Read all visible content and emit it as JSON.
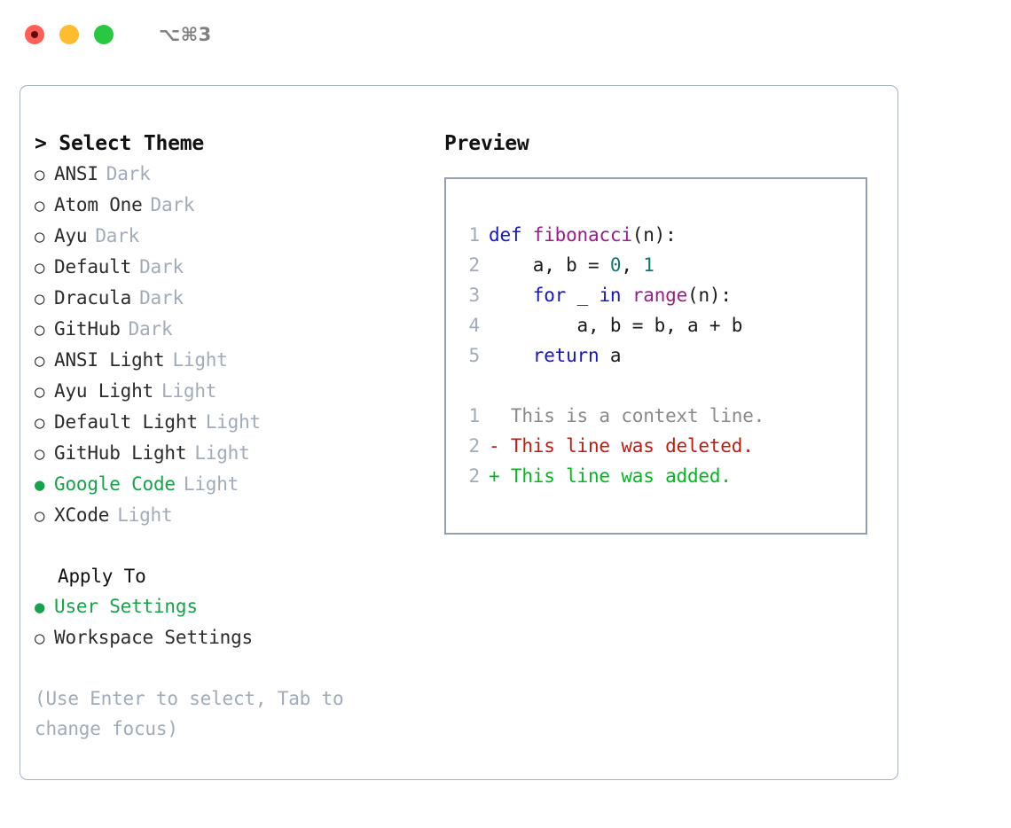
{
  "window": {
    "shortcut": "⌥⌘3",
    "traffic_lights": [
      {
        "name": "close",
        "color": "#ff5f57"
      },
      {
        "name": "minimize",
        "color": "#febc2e"
      },
      {
        "name": "maximize",
        "color": "#28c840"
      }
    ]
  },
  "theme_selector": {
    "heading": "> Select Theme",
    "bullet_unselected": "○",
    "bullet_selected": "●",
    "items": [
      {
        "name": "ANSI",
        "kind": "Dark",
        "selected": false
      },
      {
        "name": "Atom One",
        "kind": "Dark",
        "selected": false
      },
      {
        "name": "Ayu",
        "kind": "Dark",
        "selected": false
      },
      {
        "name": "Default",
        "kind": "Dark",
        "selected": false
      },
      {
        "name": "Dracula",
        "kind": "Dark",
        "selected": false
      },
      {
        "name": "GitHub",
        "kind": "Dark",
        "selected": false
      },
      {
        "name": "ANSI Light",
        "kind": "Light",
        "selected": false
      },
      {
        "name": "Ayu Light",
        "kind": "Light",
        "selected": false
      },
      {
        "name": "Default Light",
        "kind": "Light",
        "selected": false
      },
      {
        "name": "GitHub Light",
        "kind": "Light",
        "selected": false
      },
      {
        "name": "Google Code",
        "kind": "Light",
        "selected": true
      },
      {
        "name": "XCode",
        "kind": "Light",
        "selected": false
      }
    ]
  },
  "apply_to": {
    "label": "Apply To",
    "options": [
      {
        "name": "User Settings",
        "selected": true
      },
      {
        "name": "Workspace Settings",
        "selected": false
      }
    ]
  },
  "hint": "(Use Enter to select, Tab to change focus)",
  "preview": {
    "heading": "Preview",
    "code_lines": [
      {
        "number": "1",
        "tokens": [
          {
            "text": "def ",
            "type": "kw"
          },
          {
            "text": "fibonacci",
            "type": "fn"
          },
          {
            "text": "(n):",
            "type": "pl"
          }
        ]
      },
      {
        "number": "2",
        "tokens": [
          {
            "text": "    a, b = ",
            "type": "pl"
          },
          {
            "text": "0",
            "type": "num"
          },
          {
            "text": ", ",
            "type": "pl"
          },
          {
            "text": "1",
            "type": "num"
          }
        ]
      },
      {
        "number": "3",
        "tokens": [
          {
            "text": "    ",
            "type": "pl"
          },
          {
            "text": "for",
            "type": "kw"
          },
          {
            "text": " _ ",
            "type": "pl"
          },
          {
            "text": "in",
            "type": "kw"
          },
          {
            "text": " ",
            "type": "pl"
          },
          {
            "text": "range",
            "type": "fn"
          },
          {
            "text": "(n):",
            "type": "pl"
          }
        ]
      },
      {
        "number": "4",
        "tokens": [
          {
            "text": "        a, b = b, a + b",
            "type": "pl"
          }
        ]
      },
      {
        "number": "5",
        "tokens": [
          {
            "text": "    ",
            "type": "pl"
          },
          {
            "text": "return",
            "type": "kw"
          },
          {
            "text": " a",
            "type": "pl"
          }
        ]
      }
    ],
    "diff_lines": [
      {
        "number": "1",
        "marker": "  ",
        "text": "This is a context line.",
        "type": "context"
      },
      {
        "number": "2",
        "marker": "- ",
        "text": "This line was deleted.",
        "type": "del"
      },
      {
        "number": "2",
        "marker": "+ ",
        "text": "This line was added.",
        "type": "add"
      }
    ]
  },
  "colors": {
    "accent_green": "#16a34a",
    "muted": "#a2abb8",
    "keyword": "#1414cc",
    "function": "#9c1a8c",
    "number": "#0b7a74",
    "diff_deleted": "#c21a0f",
    "diff_added": "#00bb1e",
    "panel_border": "#aab2c0",
    "preview_border": "#94a0b0"
  }
}
